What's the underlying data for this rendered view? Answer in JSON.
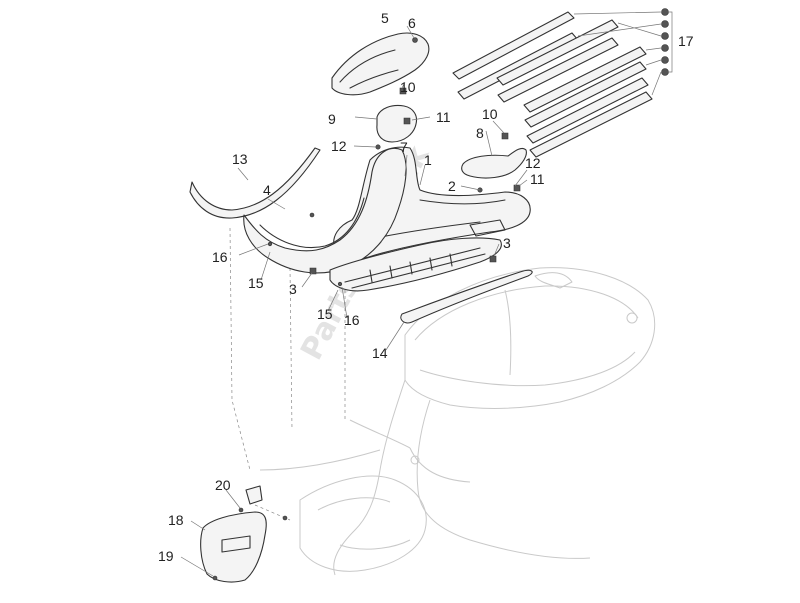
{
  "watermark": {
    "text": "PartsRepublik"
  },
  "callouts": [
    "5",
    "6",
    "10",
    "17",
    "9",
    "11",
    "10",
    "8",
    "12",
    "7",
    "1",
    "13",
    "12",
    "4",
    "2",
    "11",
    "3",
    "16",
    "15",
    "3",
    "15",
    "16",
    "14",
    "20",
    "18",
    "19"
  ],
  "colors": {
    "line": "#333333",
    "ghost": "#c9c9c9",
    "text": "#222222",
    "watermark": "#e3e3e3"
  }
}
